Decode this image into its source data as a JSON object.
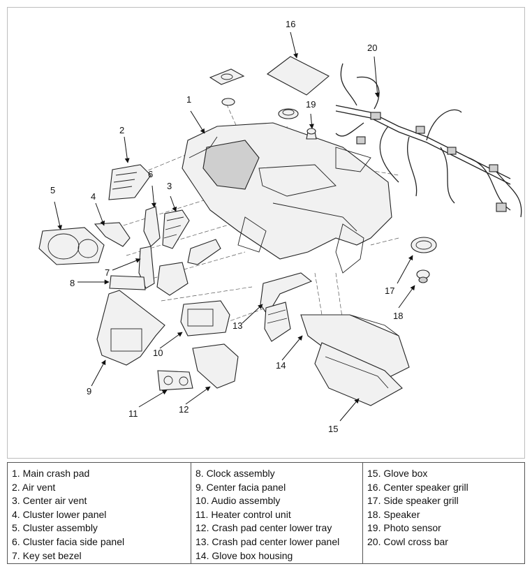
{
  "callouts": [
    "1",
    "2",
    "3",
    "4",
    "5",
    "6",
    "7",
    "8",
    "9",
    "10",
    "11",
    "12",
    "13",
    "14",
    "15",
    "16",
    "17",
    "18",
    "19",
    "20"
  ],
  "legend": {
    "col1": [
      "1. Main crash pad",
      "2. Air vent",
      "3. Center air vent",
      "4. Cluster lower panel",
      "5. Cluster assembly",
      "6. Cluster facia side panel",
      "7. Key set bezel"
    ],
    "col2": [
      "8. Clock assembly",
      "9. Center facia panel",
      "10. Audio assembly",
      "11. Heater control unit",
      "12. Crash pad center lower tray",
      "13. Crash pad center lower panel",
      "14. Glove box housing"
    ],
    "col3": [
      "15. Glove box",
      "16. Center speaker grill",
      "17. Side speaker grill",
      "18. Speaker",
      "19. Photo sensor",
      "20. Cowl cross bar"
    ]
  }
}
